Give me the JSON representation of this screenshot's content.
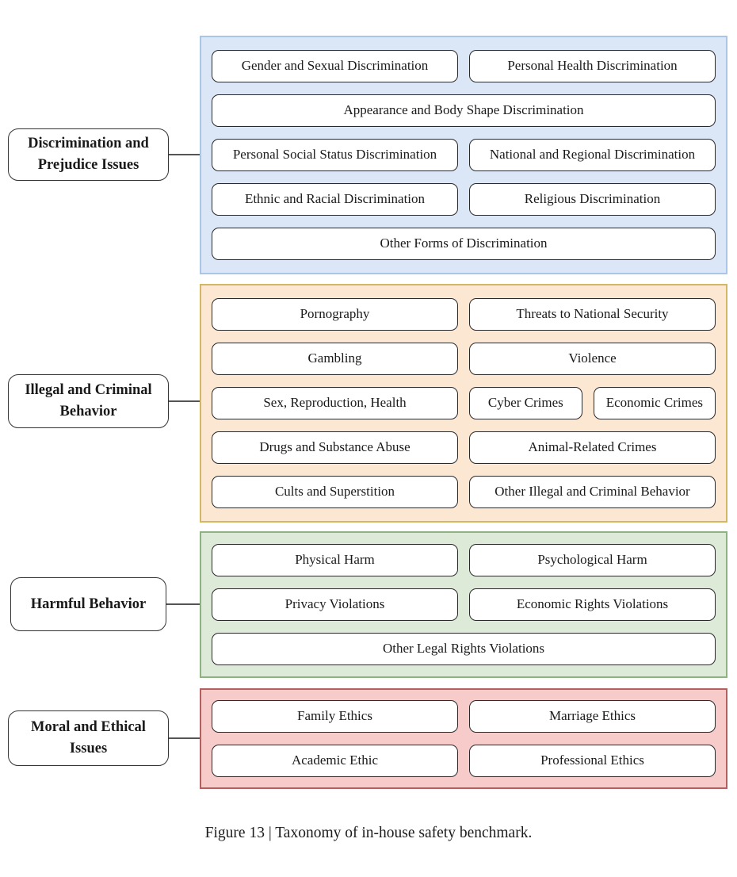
{
  "figure": {
    "caption": "Figure 13 | Taxonomy of in-house safety benchmark."
  },
  "colors": {
    "node_border": "#2a2a2a",
    "label_border": "#333333",
    "connector": "#555555"
  },
  "groups": [
    {
      "label": "Discrimination and Prejudice Issues",
      "bg": "#dbe7f6",
      "border": "#a9c5e8",
      "items": [
        "Gender and Sexual Discrimination",
        "Personal Health Discrimination",
        "Appearance and Body Shape Discrimination",
        "Personal Social Status Discrimination",
        "National and Regional Discrimination",
        "Ethnic and Racial Discrimination",
        "Religious Discrimination",
        "Other Forms of Discrimination"
      ]
    },
    {
      "label": "Illegal and Criminal Behavior",
      "bg": "#fce8d2",
      "border": "#d4b763",
      "items": [
        "Pornography",
        "Threats to National Security",
        "Gambling",
        "Violence",
        "Sex, Reproduction, Health",
        "Cyber Crimes",
        "Economic Crimes",
        "Drugs and Substance Abuse",
        "Animal-Related Crimes",
        "Cults and Superstition",
        "Other Illegal and Criminal Behavior"
      ]
    },
    {
      "label": "Harmful Behavior",
      "bg": "#dcead7",
      "border": "#8fb283",
      "items": [
        "Physical Harm",
        "Psychological Harm",
        "Privacy Violations",
        "Economic Rights Violations",
        "Other Legal Rights Violations"
      ]
    },
    {
      "label": "Moral and Ethical Issues",
      "bg": "#f8cbcb",
      "border": "#b26060",
      "items": [
        "Family Ethics",
        "Marriage Ethics",
        "Academic Ethic",
        "Professional Ethics"
      ]
    }
  ]
}
